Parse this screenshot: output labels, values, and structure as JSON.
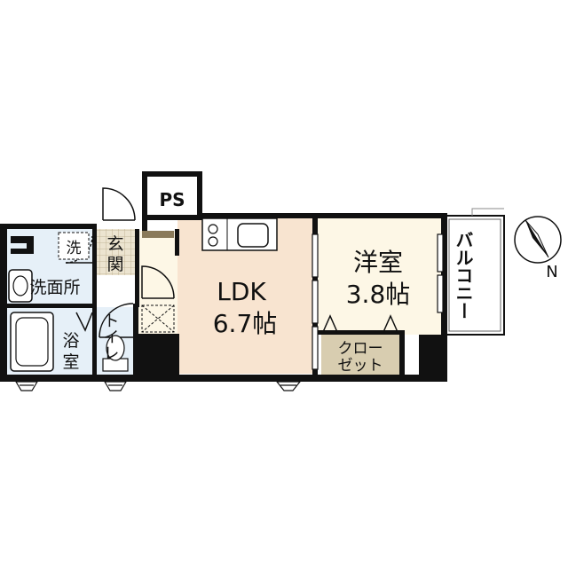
{
  "rooms": {
    "ps": "PS",
    "ldk_name": "LDK",
    "ldk_size": "6.7帖",
    "western_name": "洋室",
    "western_size": "3.8帖",
    "balcony": "バルコニー",
    "closet_line1": "クロー",
    "closet_line2": "ゼット",
    "washroom": "洗面所",
    "washer": "洗",
    "bath_line1": "浴",
    "bath_line2": "室",
    "toilet": "トイレ",
    "entrance_line1": "玄",
    "entrance_line2": "関"
  },
  "compass": {
    "label": "N"
  },
  "colors": {
    "ldk_floor": "#f8e4d0",
    "western_floor": "#fdf7e6",
    "wet_area": "#e6f0f8",
    "closet": "#d8cdb0",
    "entrance": "#ece4d0",
    "wall": "#111111"
  }
}
